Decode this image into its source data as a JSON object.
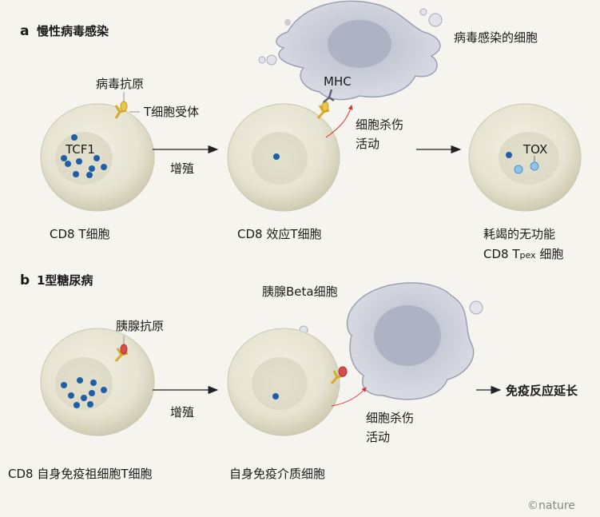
{
  "panel_a": {
    "letter": "a",
    "title": "慢性病毒感染",
    "antigen_label": "病毒抗原",
    "tcr_label": "T细胞受体",
    "tcf1_label": "TCF1",
    "infected_cell_label": "病毒感染的细胞",
    "mhc_label": "MHC",
    "killing_label_line1": "细胞杀伤",
    "killing_label_line2": "活动",
    "proliferation_label": "增殖",
    "tox_label": "TOX",
    "cell1_label": "CD8 T细胞",
    "cell2_label": "CD8 效应T细胞",
    "cell3_label_line1": "耗竭的无功能",
    "cell3_label_line2_prefix": "CD8 T",
    "cell3_label_line2_sub": "pex",
    "cell3_label_line2_suffix": " 细胞"
  },
  "panel_b": {
    "letter": "b",
    "title": "1型糖尿病",
    "beta_cell_label": "胰腺Beta细胞",
    "antigen_label": "胰腺抗原",
    "proliferation_label": "增殖",
    "killing_label_line1": "细胞杀伤",
    "killing_label_line2": "活动",
    "outcome_label": "免疫反应延长",
    "cell1_label": "CD8 自身免疫祖细胞T细胞",
    "cell2_label": "自身免疫介质细胞"
  },
  "credit": "©nature",
  "colors": {
    "background": "#f5f4ee",
    "cell_fill": "#e8e6d6",
    "tcf1_dot": "#1f5fa8",
    "tox_dot": "#8ec4ea",
    "tcr": "#d9a92a",
    "pancreatic_antigen": "#d94a4a",
    "infected_cell": "#c9ccd8",
    "arrow_red": "#d33"
  }
}
